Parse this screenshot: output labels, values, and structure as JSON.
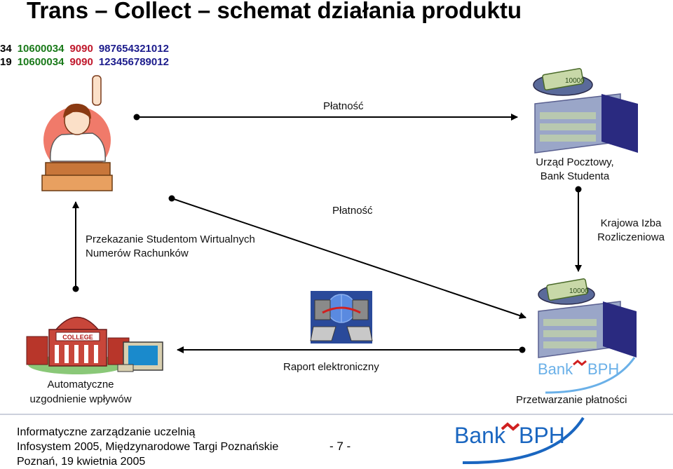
{
  "title": "Trans – Collect – schemat działania produktu",
  "accounts": [
    {
      "n": "34",
      "bank": "10600034",
      "branch": "9090",
      "number": "987654321012"
    },
    {
      "n": "19",
      "bank": "10600034",
      "branch": "9090",
      "number": "123456789012"
    }
  ],
  "colors": {
    "n": "#000000",
    "bank": "#1a7a1a",
    "branch": "#c0182c",
    "number": "#1c1c8c"
  },
  "labels": {
    "payment_top": "Płatność",
    "post_office_line1": "Urząd Pocztowy,",
    "post_office_line2": "Bank Studenta",
    "transfer_line1": "Przekazanie Studentom Wirtualnych",
    "transfer_line2": "Numerów Rachunków",
    "payment_mid": "Płatność",
    "kir_line1": "Krajowa Izba",
    "kir_line2": "Rozliczeniowa",
    "report": "Raport elektroniczny",
    "auto_line1": "Automatyczne",
    "auto_line2": "uzgodnienie wpływów",
    "processing": "Przetwarzanie płatności"
  },
  "banknote_text": "10000",
  "college_sign": "COLLEGE",
  "bank_logo": {
    "a": "Bank",
    "b": "BPH"
  },
  "footer": {
    "line1": "Informatyczne zarządzanie uczelnią",
    "line2": "Infosystem 2005, Międzynarodowe Targi Poznańskie",
    "line3": "Poznań, 19 kwietnia 2005",
    "page": "- 7 -"
  }
}
